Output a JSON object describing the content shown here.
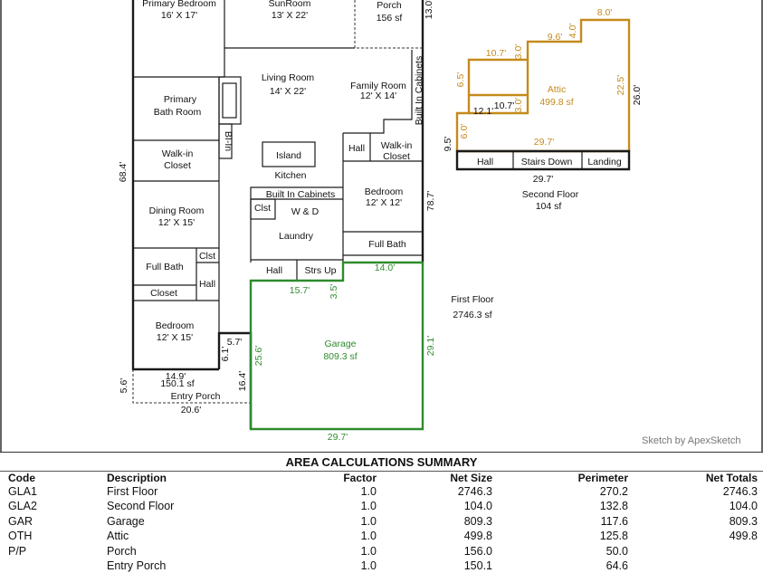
{
  "plan": {
    "rooms": {
      "primary_bedroom": {
        "name": "Primary Bedroom",
        "size": "16' X 17'"
      },
      "sunroom": {
        "name": "SunRoom",
        "size": "13' X 22'"
      },
      "porch": {
        "name": "Porch",
        "size": "156 sf"
      },
      "living_room": {
        "name": "Living Room",
        "size": "14' X 22'"
      },
      "family_room": {
        "name": "Family Room",
        "size": "12' X 14'"
      },
      "built_in_cabinets_v": "Built In Cabinets",
      "primary_bath": {
        "line1": "Primary",
        "line2": "Bath Room"
      },
      "bi_in": "BI-In",
      "walkin_closet_left": {
        "line1": "Walk-in",
        "line2": "Closet"
      },
      "hall_a": "Hall",
      "walkin_closet_right": {
        "line1": "Walk-in",
        "line2": "Closet"
      },
      "island": "Island",
      "kitchen": "Kitchen",
      "built_in_cabinets_h": "Built In Cabinets",
      "clst_a": "Clst",
      "wd": "W & D",
      "laundry": "Laundry",
      "dining_room": {
        "name": "Dining Room",
        "size": "12' X 15'"
      },
      "bedroom_right": {
        "name": "Bedroom",
        "size": "12' X 12'"
      },
      "full_bath_right": "Full Bath",
      "full_bath_left": "Full Bath",
      "clst_b": "Clst",
      "hall_b": "Hall",
      "closet": "Closet",
      "hall_c": "Hall",
      "strs_up": "Strs Up",
      "bedroom_left": {
        "name": "Bedroom",
        "size": "12' X 15'"
      },
      "garage": {
        "name": "Garage",
        "size": "809.3 sf"
      },
      "entry_porch": {
        "area": "150.1 sf",
        "name": "Entry Porch"
      }
    },
    "dimensions": {
      "d13_0": "13.0'",
      "d68_4": "68.4'",
      "d78_7": "78.7'",
      "d14_0": "14.0'",
      "d15_7": "15.7'",
      "d3_5": "3.5'",
      "d25_6": "25.6'",
      "d29_1": "29.1'",
      "d5_7": "5.7'",
      "d6_1": "6.1'",
      "d14_9": "14.9'",
      "d5_6": "5.6'",
      "d16_4": "16.4'",
      "d20_6": "20.6'",
      "d29_7_garage": "29.7'"
    },
    "first_floor": {
      "label": "First Floor",
      "area": "2746.3 sf"
    },
    "second_floor": {
      "label": "Second Floor",
      "area": "104 sf",
      "attic": {
        "name": "Attic",
        "area": "499.8 sf"
      },
      "hall": "Hall",
      "stairs_down": "Stairs Down",
      "landing": "Landing",
      "dims": {
        "d8_0": "8.0'",
        "d9_6": "9.6'",
        "d4_0": "4.0'",
        "d10_7_top": "10.7'",
        "d3_0_top": "3.0'",
        "d6_5": "6.5'",
        "d22_5": "22.5'",
        "d26_0": "26.0'",
        "d12_1": "12.1'",
        "d10_7_mid": "10.7'",
        "d3_0_mid": "3.0'",
        "d6_0": "6.0'",
        "d9_5": "9.5'",
        "d29_7_inner": "29.7'",
        "d29_7_bottom": "29.7'"
      }
    }
  },
  "credit": "Sketch by ApexSketch",
  "summary": {
    "title": "AREA CALCULATIONS SUMMARY",
    "headers": {
      "code": "Code",
      "description": "Description",
      "factor": "Factor",
      "net_size": "Net Size",
      "perimeter": "Perimeter",
      "net_totals": "Net Totals"
    },
    "rows": [
      {
        "code": "GLA1",
        "description": "First Floor",
        "factor": "1.0",
        "net_size": "2746.3",
        "perimeter": "270.2",
        "net_total": "2746.3"
      },
      {
        "code": "GLA2",
        "description": "Second Floor",
        "factor": "1.0",
        "net_size": "104.0",
        "perimeter": "132.8",
        "net_total": "104.0"
      },
      {
        "code": "GAR",
        "description": "Garage",
        "factor": "1.0",
        "net_size": "809.3",
        "perimeter": "117.6",
        "net_total": "809.3"
      },
      {
        "code": "OTH",
        "description": "Attic",
        "factor": "1.0",
        "net_size": "499.8",
        "perimeter": "125.8",
        "net_total": "499.8"
      },
      {
        "code": "P/P",
        "description": "Porch",
        "factor": "1.0",
        "net_size": "156.0",
        "perimeter": "50.0",
        "net_total": ""
      },
      {
        "code": "",
        "description": "Entry Porch",
        "factor": "1.0",
        "net_size": "150.1",
        "perimeter": "64.6",
        "net_total": ""
      }
    ]
  },
  "colors": {
    "garage": "#2e8b2e",
    "attic": "#c58a1c",
    "walls": "#1a1a1a",
    "credit": "#777777"
  }
}
